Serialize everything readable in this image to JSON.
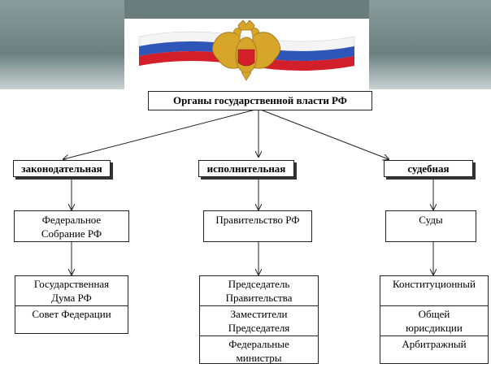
{
  "root": "Органы государственной власти РФ",
  "branches": [
    {
      "label": "законодательная",
      "body": [
        "Федеральное",
        "Собрание РФ"
      ],
      "members": [
        [
          "Государственная",
          "Дума РФ"
        ],
        [
          "Совет Федерации"
        ]
      ]
    },
    {
      "label": "исполнительная",
      "body": [
        "Правительство РФ"
      ],
      "members": [
        [
          "Председатель",
          "Правительства"
        ],
        [
          "Заместители",
          "Председателя"
        ],
        [
          "Федеральные",
          "министры"
        ]
      ]
    },
    {
      "label": "судебная",
      "body": [
        "Суды"
      ],
      "members": [
        [
          "Конституционный"
        ],
        [
          "Общей",
          "юрисдикции"
        ],
        [
          "Арбитражный"
        ]
      ]
    }
  ],
  "colors": {
    "flag_white": "#ffffff",
    "flag_blue": "#2e55b8",
    "flag_red": "#d21f2a",
    "emblem": "#d6a52a",
    "band": "#708383"
  }
}
